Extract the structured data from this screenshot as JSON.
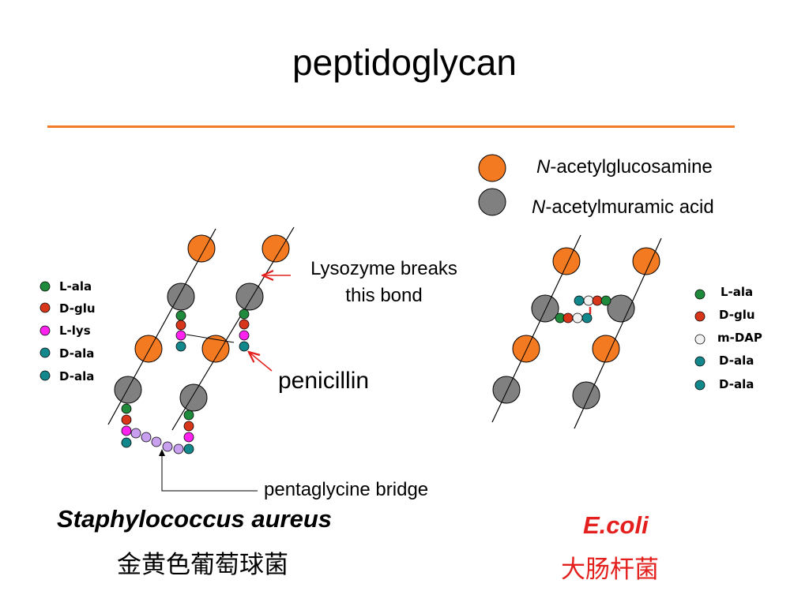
{
  "title": "peptidoglycan",
  "colors": {
    "nag": "#f37a20",
    "nam": "#808080",
    "l_ala": "#1f8a3c",
    "d_glu": "#d8361a",
    "l_lys": "#ff22ee",
    "d_ala": "#13888c",
    "m_dap": "#f2f2f2",
    "pentaglycine": "#c9a0f0",
    "arrow": "#e4201e",
    "rule": "#f37a27"
  },
  "legend": {
    "nag_prefix": "N",
    "nag_suffix": "-acetylglucosamine",
    "nam_prefix": "N",
    "nam_suffix": "-acetylmuramic acid"
  },
  "staph": {
    "amino_key": [
      "L-ala",
      "D-glu",
      "L-lys",
      "D-ala",
      "D-ala"
    ],
    "lysozyme_line1": "Lysozyme breaks",
    "lysozyme_line2": "this bond",
    "penicillin": "penicillin",
    "bridge": "pentaglycine bridge",
    "species": "Staphylococcus aureus",
    "species_cn": "金黄色葡萄球菌"
  },
  "ecoli": {
    "amino_key": [
      "L-ala",
      "D-glu",
      "m-DAP",
      "D-ala",
      "D-ala"
    ],
    "species": "E.coli",
    "species_cn": "大肠杆菌"
  }
}
